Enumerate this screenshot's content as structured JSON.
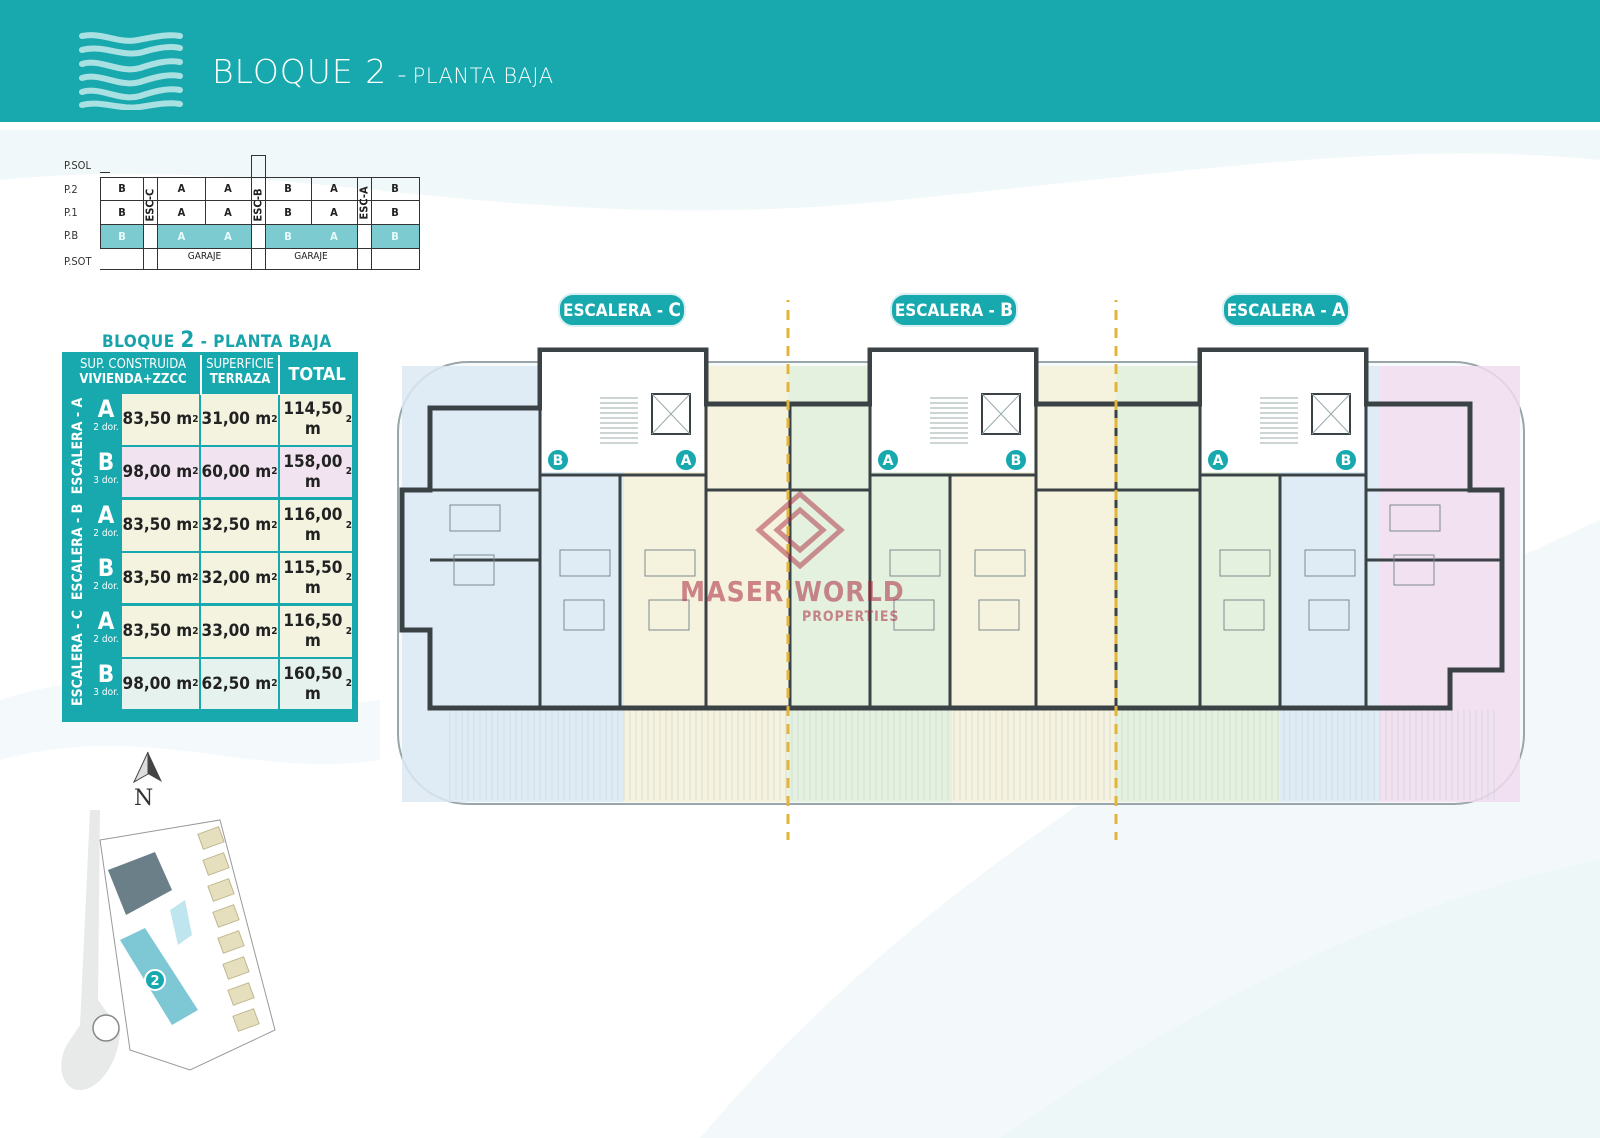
{
  "header": {
    "title_main": "BLOQUE 2",
    "title_dash": "-",
    "title_sub": "PLANTA BAJA",
    "color": "#17a9ae"
  },
  "section": {
    "levels": [
      "P.SOL",
      "P.2",
      "P.1",
      "P.B",
      "P.SOT"
    ],
    "stairs": [
      "ESC-C",
      "ESC-B",
      "ESC-A"
    ],
    "row_p2": [
      "B",
      "A",
      "A",
      "B",
      "A",
      "B"
    ],
    "row_p1": [
      "B",
      "A",
      "A",
      "B",
      "A",
      "B"
    ],
    "row_pb": [
      "B",
      "A",
      "A",
      "B",
      "A",
      "B"
    ],
    "garage": [
      "GARAJE",
      "GARAJE"
    ],
    "highlight_color": "#7ccbd0"
  },
  "table": {
    "title_prefix": "BLOQUE",
    "title_num": "2",
    "title_suffix": "- PLANTA BAJA",
    "col1": "SUP. CONSTRUIDA",
    "col1b": "VIVIENDA+ZZCC",
    "col2": "SUPERFICIE",
    "col2b": "TERRAZA",
    "col3": "TOTAL",
    "unit": "m",
    "unit_exp": "2",
    "groups": [
      {
        "stair": "ESCALERA - A",
        "rows": [
          {
            "type": "A",
            "dorms": "2 dor.",
            "built": "83,50",
            "terrace": "31,00",
            "total": "114,50",
            "color": "#f3f3e0"
          },
          {
            "type": "B",
            "dorms": "3 dor.",
            "built": "98,00",
            "terrace": "60,00",
            "total": "158,00",
            "color": "#f1e3ef"
          }
        ]
      },
      {
        "stair": "ESCALERA - B",
        "rows": [
          {
            "type": "A",
            "dorms": "2 dor.",
            "built": "83,50",
            "terrace": "32,50",
            "total": "116,00",
            "color": "#f3f3e0"
          },
          {
            "type": "B",
            "dorms": "2 dor.",
            "built": "83,50",
            "terrace": "32,00",
            "total": "115,50",
            "color": "#f3f3e0"
          }
        ]
      },
      {
        "stair": "ESCALERA - C",
        "rows": [
          {
            "type": "A",
            "dorms": "2 dor.",
            "built": "83,50",
            "terrace": "33,00",
            "total": "116,50",
            "color": "#f3f3e0"
          },
          {
            "type": "B",
            "dorms": "3 dor.",
            "built": "98,00",
            "terrace": "62,50",
            "total": "160,50",
            "color": "#e6f2ee"
          }
        ]
      }
    ]
  },
  "plan": {
    "stair_pills": [
      {
        "prefix": "ESCALERA -",
        "letter": "C"
      },
      {
        "prefix": "ESCALERA -",
        "letter": "B"
      },
      {
        "prefix": "ESCALERA -",
        "letter": "A"
      }
    ],
    "unit_colors": [
      "#dce9f3",
      "#f5f0d8",
      "#f5f0d8",
      "#e2efd9",
      "#e2efd9",
      "#f5f0d8",
      "#f5f0d8",
      "#e2efd9",
      "#e2efd9",
      "#dce9f3",
      "#f0dcee"
    ],
    "markers": [
      "B",
      "A",
      "A",
      "B",
      "A",
      "B"
    ],
    "divider_color": "#e3b43a"
  },
  "site": {
    "north": "N",
    "building_label": "2"
  },
  "watermark": {
    "name": "MASER WORLD",
    "sub": "PROPERTIES"
  }
}
